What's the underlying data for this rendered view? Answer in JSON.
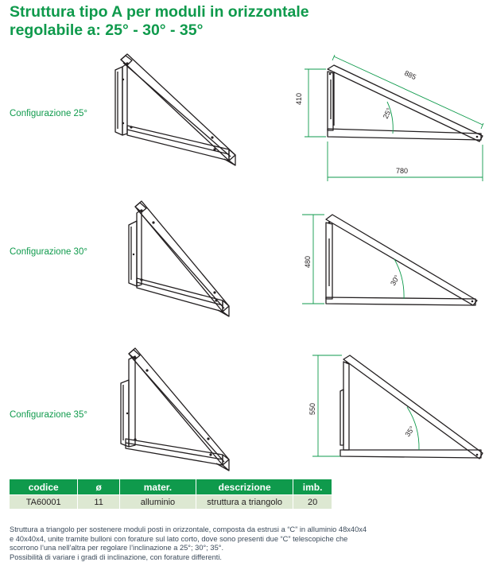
{
  "title": {
    "line1": "Struttura tipo A per moduli in orizzontale",
    "line2": "regolabile a: 25° - 30° - 35°"
  },
  "configs": [
    {
      "label": "Configurazione 25°",
      "height_dim": "410",
      "length_dim": "885",
      "base_dim": "780",
      "angle": "25°"
    },
    {
      "label": "Configurazione 30°",
      "height_dim": "480",
      "angle": "30°"
    },
    {
      "label": "Configurazione 35°",
      "height_dim": "550",
      "angle": "35°"
    }
  ],
  "table": {
    "headers": [
      "codice",
      "ø",
      "mater.",
      "descrizione",
      "imb."
    ],
    "row": [
      "TA60001",
      "11",
      "alluminio",
      "struttura a triangolo",
      "20"
    ]
  },
  "description": {
    "paragraph1": "Struttura a triangolo per sostenere moduli posti in orizzontale, composta da estrusi a “C” in alluminio 48x40x4 e 40x40x4, unite tramite bulloni con forature sul lato corto, dove sono presenti due “C” telescopiche che scorrono l’una nell’altra per regolare l’inclinazione a 25°; 30°; 35°.",
    "paragraph2": "Possibilità di variare i gradi di inclinazione, con forature differenti."
  },
  "colors": {
    "accent": "#0f9a4c",
    "table_row": "#dde8d2",
    "dimension": "#0f9a4c"
  }
}
